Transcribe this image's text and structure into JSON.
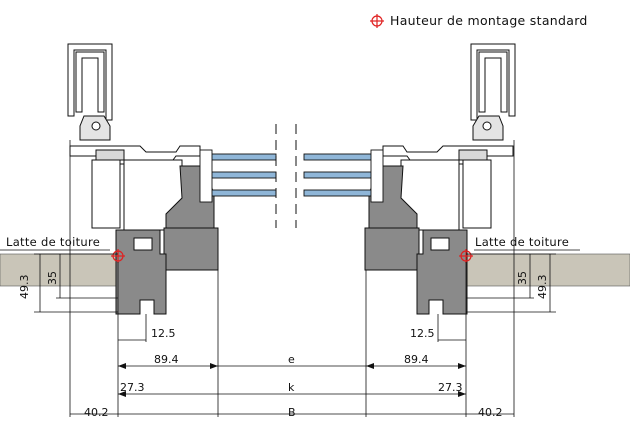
{
  "legend": {
    "text": "Hauteur de montage standard",
    "marker_color": "#e02020"
  },
  "labels": {
    "left_batten": "Latte de toiture",
    "right_batten": "Latte de toiture"
  },
  "dimensions": {
    "left_height_outer": "49.3",
    "left_height_inner": "35",
    "right_height_inner": "35",
    "right_height_outer": "49.3",
    "left_offset": "12.5",
    "right_offset": "12.5",
    "left_e_side": "89.4",
    "right_e_side": "89.4",
    "e": "e",
    "left_k_side": "27.3",
    "right_k_side": "27.3",
    "k": "k",
    "left_b_side": "40.2",
    "right_b_side": "40.2",
    "b": "B"
  },
  "colors": {
    "batten": "#c9c5b8",
    "profile": "#8a8a8a",
    "glass": "#8fb6d8",
    "line": "#111111",
    "marker": "#e02020"
  }
}
